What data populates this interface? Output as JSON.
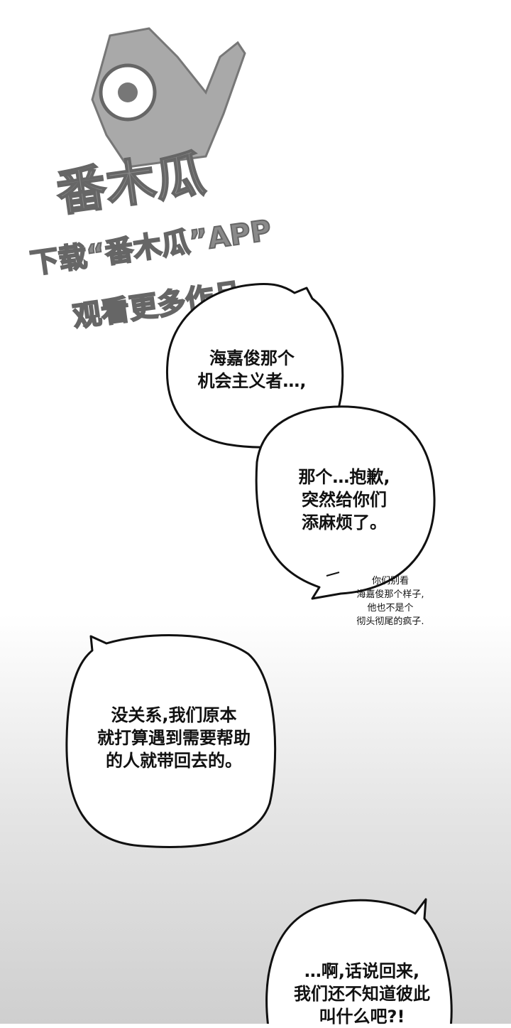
{
  "watermark": {
    "logo_text": "番木瓜",
    "line1": "下载“番木瓜”APP",
    "line2": "观看更多作品"
  },
  "bubbles": [
    {
      "lines": [
        "海嘉俊那个",
        "机会主义者…,"
      ]
    },
    {
      "lines": [
        "那个…抱歉,",
        "突然给你们",
        "添麻烦了。"
      ]
    },
    {
      "lines": [
        "没关系,我们原本",
        "就打算遇到需要帮助",
        "的人就带回去的。"
      ]
    },
    {
      "lines": [
        "…啊,话说回来,",
        "我们还不知道彼此",
        "叫什么吧?!"
      ]
    }
  ],
  "aside": {
    "lines": [
      "你们别看",
      "海嘉俊那个样子,",
      "他也不是个",
      "彻头彻尾的疯子."
    ]
  }
}
